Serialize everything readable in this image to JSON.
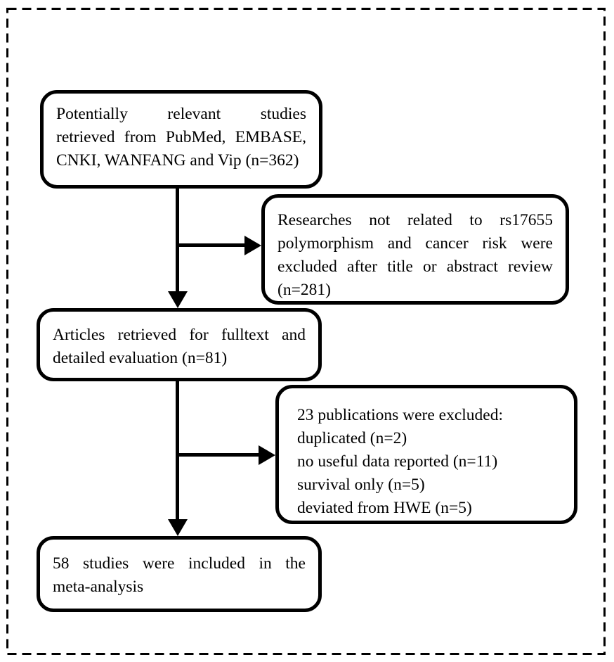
{
  "flowchart": {
    "description": "Study selection flow diagram for meta-analysis",
    "colors": {
      "ink": "#000000",
      "background": "#ffffff"
    },
    "boxes": {
      "box1": {
        "id": "potentially-relevant-studies",
        "n": 362,
        "lines": [
          "Potentially relevant studies",
          "retrieved from PubMed, EMBASE,",
          "CNKI, WANFANG and Vip (n=362)"
        ]
      },
      "box2": {
        "id": "excluded-title-abstract-review",
        "n": 281,
        "lines": [
          "Researches not related to rs17655",
          "polymorphism and cancer risk were",
          "excluded after title or abstract review",
          "(n=281)"
        ]
      },
      "box3": {
        "id": "fulltext-evaluation",
        "n": 81,
        "lines": [
          "Articles retrieved for fulltext and",
          "detailed evaluation (n=81)"
        ]
      },
      "box4": {
        "id": "excluded-publications",
        "n": 23,
        "lines": [
          "23 publications were excluded:",
          "duplicated (n=2)",
          "no useful data reported (n=11)",
          "survival only (n=5)",
          "deviated from HWE (n=5)"
        ]
      },
      "box5": {
        "id": "included-studies",
        "n": 58,
        "lines": [
          "58 studies were included in the",
          "meta-analysis"
        ]
      }
    }
  }
}
